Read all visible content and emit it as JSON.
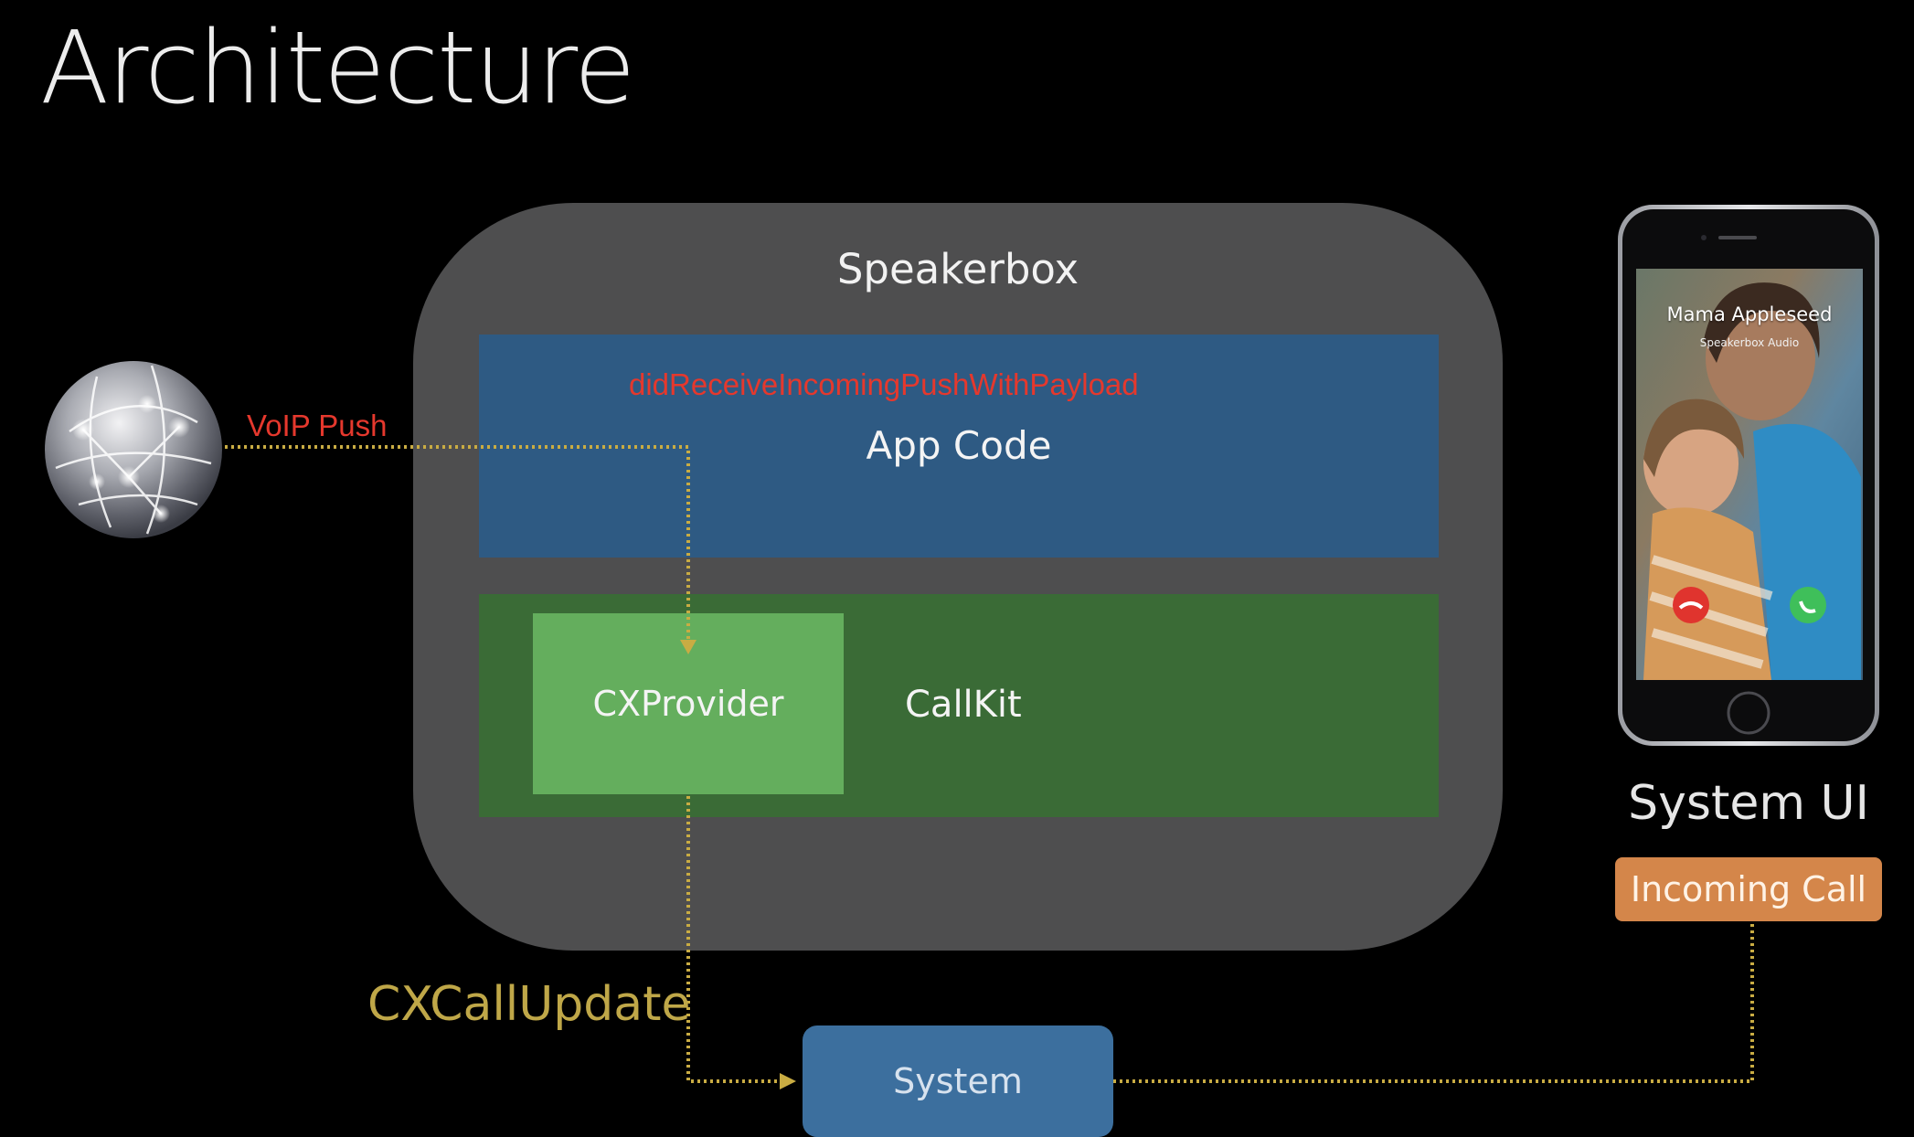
{
  "slide": {
    "title": "Architecture"
  },
  "diagram": {
    "container_label": "Speakerbox",
    "app_code_label": "App Code",
    "push_method_label": "didReceiveIncomingPushWithPayload",
    "provider_label": "CXProvider",
    "framework_label": "CallKit",
    "push_label": "VoIP Push",
    "update_label": "CXCallUpdate",
    "system_label": "System",
    "system_ui_label": "System UI",
    "incoming_call_label": "Incoming Call"
  },
  "phone_screen": {
    "caller_name": "Mama Appleseed",
    "caller_subtitle": "Speakerbox Audio"
  },
  "colors": {
    "background": "#000000",
    "container": "#4e4e4f",
    "app_code": "#2e5a83",
    "callkit": "#3a6b36",
    "provider": "#64ae5d",
    "system": "#3c6f9e",
    "incoming_call": "#d4864a",
    "connector": "#c9ac43",
    "annotation_red": "#e5382d"
  },
  "icons": {
    "network": "globe-icon",
    "device": "iphone-icon"
  }
}
